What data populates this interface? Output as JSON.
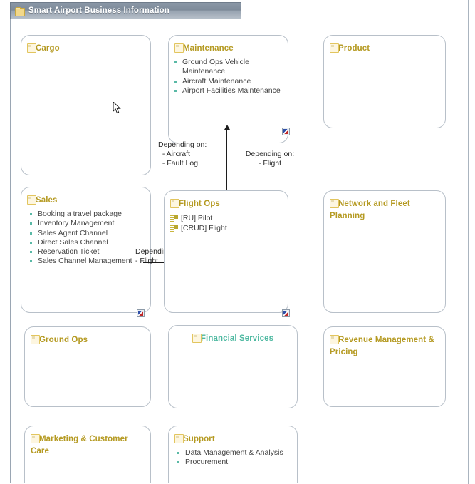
{
  "window": {
    "title": "Smart Airport Business Information",
    "folder_icon": "folder-icon"
  },
  "colors": {
    "package_title": "#b59a22",
    "package_title_alt": "#4cb8a0",
    "bullet": "#59b9a6",
    "box_border": "#b8c0c9",
    "titlebar": "#8a97a6",
    "arrow": "#1c1c1c",
    "entity_icon": "#c9b63e"
  },
  "packages": [
    {
      "id": "cargo",
      "name": "Cargo",
      "items": [],
      "entities": [],
      "has_subdiagram": false,
      "title_color": "gold",
      "title_align": "left"
    },
    {
      "id": "maintenance",
      "name": "Maintenance",
      "items": [
        "Ground Ops Vehicle Maintenance",
        "Aircraft Maintenance",
        "Airport Facilities Maintenance"
      ],
      "entities": [],
      "has_subdiagram": true,
      "title_color": "gold",
      "title_align": "left"
    },
    {
      "id": "product",
      "name": "Product",
      "items": [],
      "entities": [],
      "has_subdiagram": false,
      "title_color": "gold",
      "title_align": "left"
    },
    {
      "id": "sales",
      "name": "Sales",
      "items": [
        "Booking a travel package",
        "Inventory Management",
        "Sales Agent Channel",
        "Direct Sales Channel",
        "Reservation Ticket",
        "Sales Channel Management"
      ],
      "entities": [],
      "has_subdiagram": true,
      "title_color": "gold",
      "title_align": "left"
    },
    {
      "id": "flight-ops",
      "name": "Flight Ops",
      "items": [],
      "entities": [
        "[RU] Pilot",
        "[CRUD] Flight"
      ],
      "has_subdiagram": true,
      "title_color": "gold",
      "title_align": "left"
    },
    {
      "id": "network-fleet-planning",
      "name": "Network and Fleet Planning",
      "items": [],
      "entities": [],
      "has_subdiagram": false,
      "title_color": "gold",
      "title_align": "left"
    },
    {
      "id": "ground-ops",
      "name": "Ground Ops",
      "items": [],
      "entities": [],
      "has_subdiagram": false,
      "title_color": "gold",
      "title_align": "left"
    },
    {
      "id": "financial-services",
      "name": "Financial Services",
      "items": [],
      "entities": [],
      "has_subdiagram": false,
      "title_color": "teal",
      "title_align": "center"
    },
    {
      "id": "revenue-management-pricing",
      "name": "Revenue Management & Pricing",
      "items": [],
      "entities": [],
      "has_subdiagram": false,
      "title_color": "gold",
      "title_align": "left"
    },
    {
      "id": "marketing-customer-care",
      "name": "Marketing & Customer Care",
      "items": [],
      "entities": [],
      "has_subdiagram": false,
      "title_color": "gold",
      "title_align": "left"
    },
    {
      "id": "support",
      "name": "Support",
      "items": [
        "Data Management & Analysis",
        "Procurement"
      ],
      "entities": [],
      "has_subdiagram": false,
      "title_color": "gold",
      "title_align": "left"
    }
  ],
  "annotations": {
    "maintenance_left": "Depending on:\n  - Aircraft\n  - Fault Log",
    "maintenance_right": "Depending on:\n- Flight",
    "sales_right": "Depending on:\n- Flight"
  }
}
